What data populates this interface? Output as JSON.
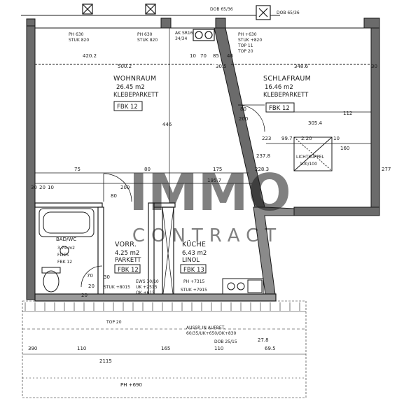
{
  "rooms": {
    "wohnraum": {
      "name": "WOHNRAUM",
      "area": "26.45 m2",
      "floor": "KLEBEPARKETT",
      "tag": "FBK 12"
    },
    "schlafraum": {
      "name": "SCHLAFRAUM",
      "area": "16.46 m2",
      "floor": "KLEBEPARKETT",
      "tag": "FBK 12"
    },
    "vorraum": {
      "name": "VORR.",
      "area": "4.25 m2",
      "floor": "PARKETT",
      "tag": "FBK 12"
    },
    "kueche": {
      "name": "KÜCHE",
      "area": "6.43 m2",
      "floor": "LINOL",
      "tag": "FBK 13"
    },
    "bad": {
      "name": "BAD/WC",
      "area": "3.74 m2",
      "floor": "FLIES",
      "tag": "FBK 12"
    }
  },
  "top_notes": {
    "ph1": "PH 630",
    "stuk1": "STUK 820",
    "ph2": "PH 630",
    "stuk2": "STUK 820",
    "ph3": "PH +630",
    "stuk3": "STUK +820",
    "top1": "TOP 11",
    "top2": "TOP 20",
    "ak": "AK SR16",
    "ak2": "34/34",
    "dob1": "DOB 65/36",
    "dob2": "DOB 65/36"
  },
  "dimensions": {
    "d4202": "420.2",
    "d5002": "500.2",
    "d3486": "348.6",
    "d446": "446",
    "d10": "10",
    "d70": "70",
    "d85": "85",
    "d305": "30.5",
    "d40": "40",
    "d30a": "30",
    "d3054": "305.4",
    "d112": "112",
    "d80a": "80",
    "d200a": "200",
    "d223": "223",
    "d99": "99.7",
    "d220": "2.20",
    "d160": "160",
    "d10b": "10",
    "d2378": "237.8",
    "d2283": "228.3",
    "d277": "277",
    "d75": "75",
    "d80b": "80",
    "d175": "175",
    "d1957": "195.7",
    "d80c": "80",
    "d200b": "200",
    "d302": "30",
    "d20": "20",
    "d10c": "10",
    "d70b": "70",
    "d20b": "20",
    "d20c": "20",
    "d300": "30",
    "d390": "390",
    "d110a": "110",
    "d165": "165",
    "d110b": "110",
    "d2115": "2115",
    "d695": "69.5",
    "d278": "27.8",
    "dph": "PH +690"
  },
  "notes": {
    "lichtkuppel": "LICHTKUPPEL",
    "lk_size": "100/100",
    "stuk_vr": "STUK +8015",
    "ews": "EWS 30/10",
    "uk": "UK +2515",
    "ok": "OK +615",
    "ph_k": "PH +7315",
    "stuk_k": "STUK +7915",
    "aussp": "AUSSP. IN AUFBET.",
    "aussp2": "60/35/UK+650/OK+830",
    "dob": "DOB 25/15",
    "stair": "TOP 20"
  },
  "watermark": {
    "line1": "IMMO",
    "line2": "CONTRACT"
  },
  "colors": {
    "ink": "#1a1a1a",
    "wall_fill": "#6b6b6b",
    "watermark": "#c9c9c9"
  }
}
